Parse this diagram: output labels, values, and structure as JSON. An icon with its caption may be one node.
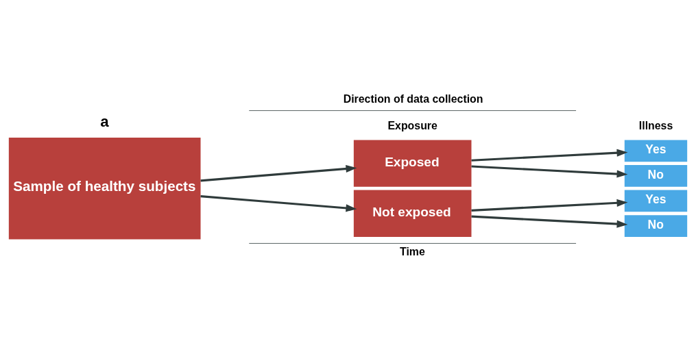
{
  "diagram": {
    "nodes": [
      {
        "text": [
          "Sample of healthy subjects"
        ]
      },
      {
        "text": [
          "Exposed"
        ]
      },
      {
        "text": [
          "Not exposed"
        ]
      },
      {
        "text": [
          "Yes"
        ]
      },
      {
        "text": [
          "No"
        ]
      },
      {
        "text": [
          "Yes"
        ]
      },
      {
        "text": [
          "No"
        ]
      }
    ],
    "edges": [
      {
        "from": 0,
        "to": 1,
        "arrow": "to"
      },
      {
        "from": 0,
        "to": 2,
        "arrow": "to"
      },
      {
        "from": 1,
        "to": 3,
        "arrow": "to"
      },
      {
        "from": 1,
        "to": 4,
        "arrow": "to"
      },
      {
        "from": 2,
        "to": 5,
        "arrow": "to"
      },
      {
        "from": 2,
        "to": 6,
        "arrow": "to"
      }
    ],
    "labels": [
      "a",
      "Direction of data collection",
      "Exposure",
      "Illness",
      "Time"
    ]
  }
}
